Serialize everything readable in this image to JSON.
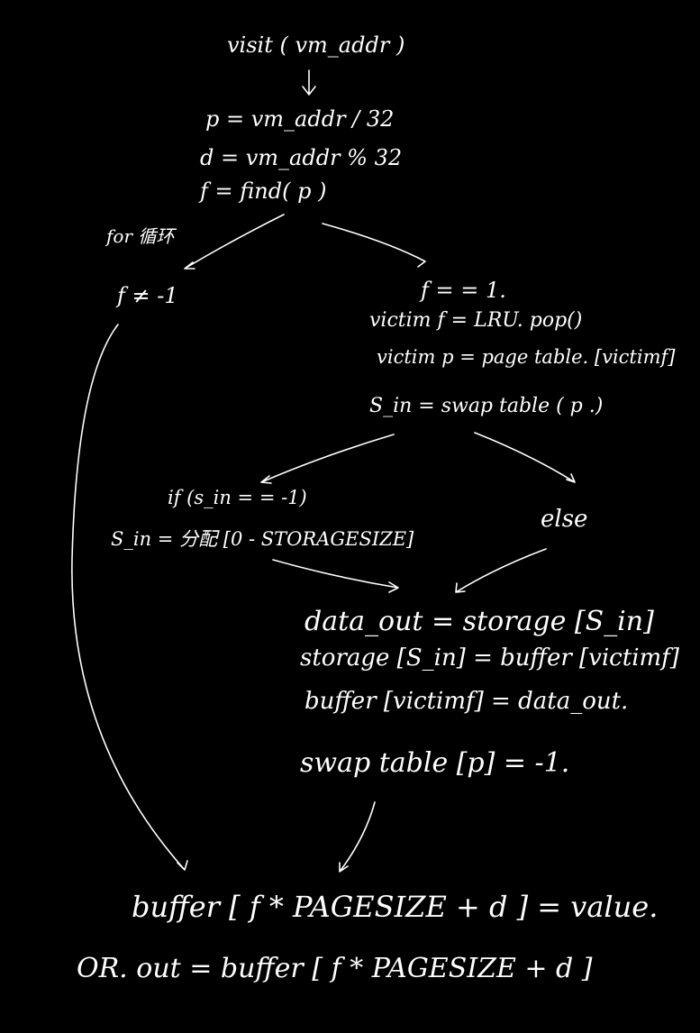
{
  "lines": {
    "visit": "visit ( vm_addr )",
    "p_assign": "p = vm_addr / 32",
    "d_assign": "d = vm_addr % 32",
    "f_assign": "f = find( p )",
    "for_loop_note": "for 循环",
    "f_not_minus_one": "f ≠ -1",
    "f_equals_one": "f = = 1.",
    "victim_f": "victim f = LRU. pop()",
    "victim_p": "victim p = page table. [victimf]",
    "s_in_assign": "S_in = swap table ( p .)",
    "if_s_in": "if (s_in = = -1)",
    "s_in_alloc": "S_in = 分配 [0 - STORAGESIZE]",
    "else": "else",
    "data_out": "data_out = storage [S_in]",
    "storage_assign": "storage [S_in] = buffer [victimf]",
    "buffer_assign": "buffer [victimf] = data_out.",
    "swap_reset": "swap table [p] = -1.",
    "write_value": "buffer [ f * PAGESIZE + d ] = value.",
    "read_out": "OR. out = buffer [ f * PAGESIZE + d ]"
  },
  "colors": {
    "background": "#000000",
    "ink": "#ffffff"
  }
}
